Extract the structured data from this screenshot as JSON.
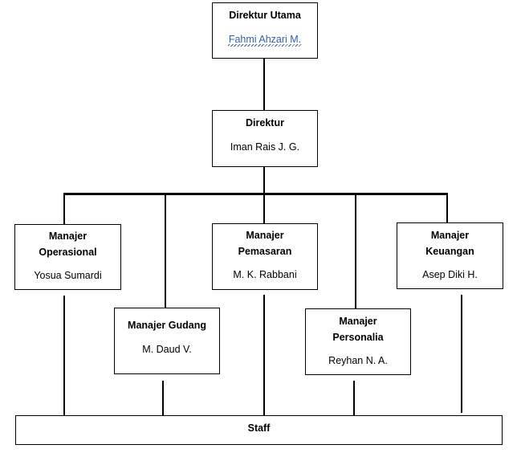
{
  "org_chart": {
    "direktur_utama": {
      "title": "Direktur Utama",
      "name": "Fahmi Ahzari M."
    },
    "direktur": {
      "title": "Direktur",
      "name": "Iman Rais J. G."
    },
    "manajer_operasional": {
      "title_line1": "Manajer",
      "title_line2": "Operasional",
      "name": "Yosua Sumardi"
    },
    "manajer_gudang": {
      "title": "Manajer Gudang",
      "name": "M. Daud V."
    },
    "manajer_pemasaran": {
      "title_line1": "Manajer",
      "title_line2": "Pemasaran",
      "name": "M. K. Rabbani"
    },
    "manajer_personalia": {
      "title_line1": "Manajer",
      "title_line2": "Personalia",
      "name": "Reyhan N. A."
    },
    "manajer_keuangan": {
      "title_line1": "Manajer",
      "title_line2": "Keuangan",
      "name": "Asep Diki H."
    },
    "staff": {
      "title": "Staff"
    }
  },
  "colors": {
    "line": "#000000",
    "box_border": "#000000",
    "spellcheck_mark": "#2f5fb3"
  }
}
